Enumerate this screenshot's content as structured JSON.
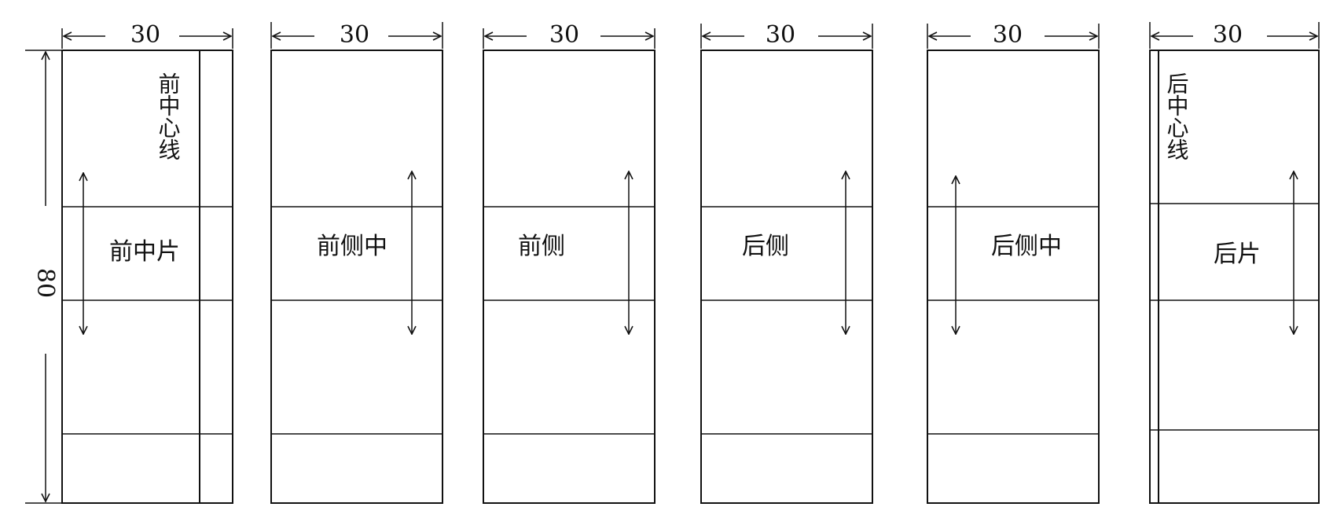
{
  "width_label": "30",
  "height_label": "80",
  "panels": [
    {
      "label": "前中片",
      "vertical_label": "前中心线",
      "fold": "right"
    },
    {
      "label": "前侧中"
    },
    {
      "label": "前侧"
    },
    {
      "label": "后侧"
    },
    {
      "label": "后侧中"
    },
    {
      "label": "后片",
      "vertical_label": "后中心线",
      "fold": "left"
    }
  ]
}
